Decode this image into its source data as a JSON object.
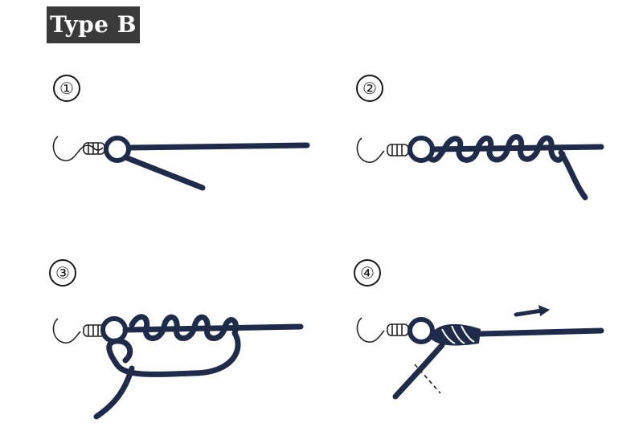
{
  "title": "Type B",
  "steps": [
    "①",
    "②",
    "③",
    "④"
  ],
  "colors": {
    "line": "#1f2b48",
    "badge": "#3a3a3a"
  },
  "icons": [
    "hook-eye-icon",
    "swivel-icon",
    "arrow-right-icon",
    "cut-mark-icon"
  ]
}
